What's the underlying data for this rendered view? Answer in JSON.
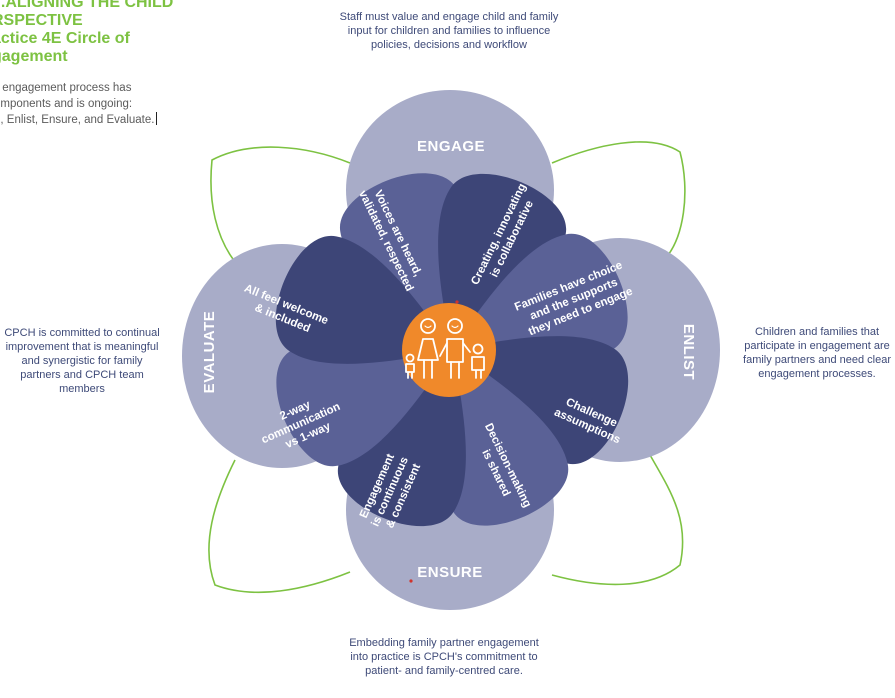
{
  "heading": {
    "lines": [
      "...ALIGNING THE CHILD",
      "RSPECTIVE",
      "actice 4E Circle of",
      "gagement"
    ]
  },
  "intro": {
    "lines": [
      "ll engagement process has",
      "omponents and is ongoing:",
      "e, Enlist, Ensure, and Evaluate."
    ]
  },
  "notes": {
    "top": "Staff must value and engage child and family input for children and families to influence policies, decisions and workflow",
    "right": "Children and families that participate in engagement are family partners and need clear engagement processes.",
    "left": "CPCH is committed to continual improvement that is meaningful and synergistic for family partners and CPCH team members",
    "bottom": "Embedding family partner engagement into practice is CPCH's commitment to patient- and family-centred care."
  },
  "outer_labels": {
    "engage": "ENGAGE",
    "enlist": "ENLIST",
    "ensure": "ENSURE",
    "evaluate": "EVALUATE"
  },
  "petals": [
    {
      "id": "voices",
      "lines": [
        "Voices are heard,",
        "validated, respected"
      ]
    },
    {
      "id": "creating",
      "lines": [
        "Creating, innovating",
        "is collaborative"
      ]
    },
    {
      "id": "families",
      "lines": [
        "Families have choice",
        "and the supports",
        "they need to engage"
      ]
    },
    {
      "id": "challenge",
      "lines": [
        "Challenge",
        "assumptions"
      ]
    },
    {
      "id": "decision",
      "lines": [
        "Decision-making",
        "is shared"
      ]
    },
    {
      "id": "engagement",
      "lines": [
        "Engagement",
        "is continuous",
        "& consistent"
      ]
    },
    {
      "id": "twoway",
      "lines": [
        "2-way",
        "communication",
        "vs 1-way"
      ]
    },
    {
      "id": "welcome",
      "lines": [
        "All feel welcome",
        "& included"
      ]
    }
  ],
  "colors": {
    "green": "#7dc242",
    "outer_petal": "#a8acc8",
    "petal_dark": "#3d4577",
    "petal_mid": "#5a6196",
    "center": "#f0892a",
    "note_text": "#3e4a78"
  },
  "icons": [
    "family-icon"
  ]
}
